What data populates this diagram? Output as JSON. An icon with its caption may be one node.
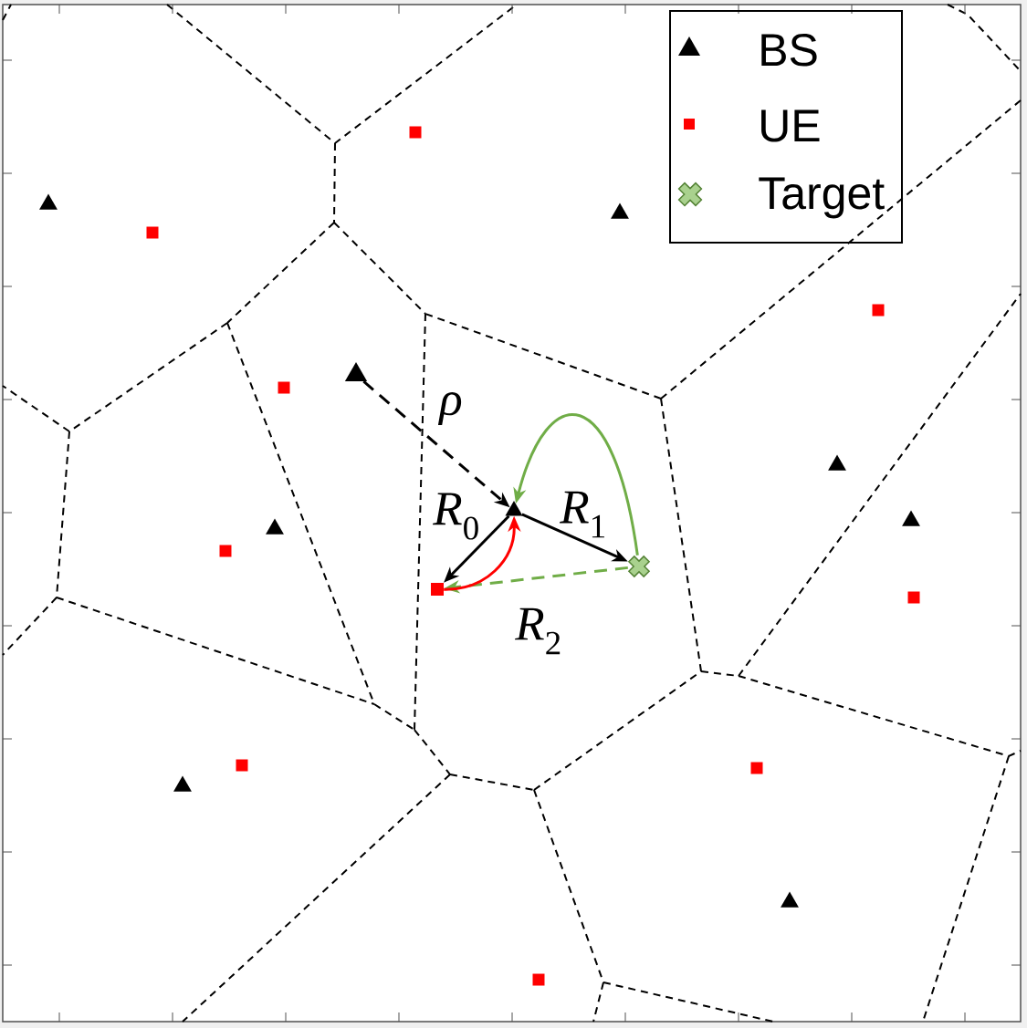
{
  "diagram": {
    "nodes": [
      {
        "text": [],
        "shape": "box"
      },
      {
        "text": [],
        "shape": "triangle"
      },
      {
        "text": [],
        "shape": "triangle"
      },
      {
        "text": [],
        "shape": "box"
      },
      {
        "text": [],
        "shape": "box"
      },
      {
        "text": [],
        "shape": "triangle"
      },
      {
        "text": [],
        "shape": "box"
      },
      {
        "text": [],
        "shape": "triangle"
      },
      {
        "text": [],
        "shape": "triangle"
      },
      {
        "text": [],
        "shape": "triangle"
      },
      {
        "text": [],
        "shape": "triangle"
      },
      {
        "text": [],
        "shape": "box"
      },
      {
        "text": [],
        "shape": "cross"
      },
      {
        "text": [],
        "shape": "box"
      },
      {
        "text": [],
        "shape": "box"
      },
      {
        "text": [],
        "shape": "box"
      },
      {
        "text": [],
        "shape": "box"
      },
      {
        "text": [],
        "shape": "triangle"
      },
      {
        "text": [],
        "shape": "triangle"
      },
      {
        "text": [],
        "shape": "box"
      }
    ],
    "edges": [
      {
        "from": 5,
        "to": 8,
        "arrow": "to",
        "label": "ρ",
        "style": "dashed"
      },
      {
        "from": 8,
        "to": 13,
        "arrow": "to",
        "label": "*R*$_{0}$"
      },
      {
        "from": 8,
        "to": 12,
        "arrow": "to",
        "label": "*R*$_{1}$"
      },
      {
        "from": 12,
        "to": 13,
        "arrow": "to",
        "label": "*R*$_{2}$",
        "style": "dashed",
        "color": "#70ad47"
      },
      {
        "from": 12,
        "to": 8,
        "arrow": "to",
        "color": "#70ad47"
      },
      {
        "from": 13,
        "to": 8,
        "arrow": "to",
        "color": "#ff0000"
      }
    ],
    "legend": [
      {
        "text": "BS"
      },
      {
        "text": "UE",
        "color": "#ff0000"
      },
      {
        "text": "Target"
      }
    ]
  }
}
